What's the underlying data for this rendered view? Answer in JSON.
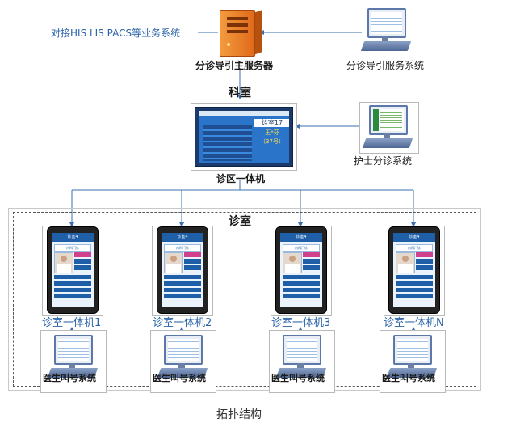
{
  "nodes": {
    "his_text": "对接HIS LIS PACS等业务系统",
    "triage_server": "分诊导引主服务器",
    "triage_service_system": "分诊导引服务系统",
    "department": "科室",
    "area_kiosk": "诊区一体机",
    "nurse_system": "护士分诊系统",
    "clinic_group": "诊室",
    "caption": "拓扑结构"
  },
  "wall_display": {
    "room": "诊室17",
    "patient": "王*芬",
    "number": "（37号）"
  },
  "kiosks": [
    {
      "label": "诊室一体机1"
    },
    {
      "label": "诊室一体机2"
    },
    {
      "label": "诊室一体机3"
    },
    {
      "label": "诊室一体机N"
    }
  ],
  "kiosk_screen": {
    "room": "诊室4",
    "dept": "内科门诊"
  },
  "doctor_systems": [
    {
      "label": "医生叫号系统"
    },
    {
      "label": "医生叫号系统"
    },
    {
      "label": "医生叫号系统"
    },
    {
      "label": "医生叫号系统"
    }
  ],
  "colors": {
    "line": "#3b6fb0",
    "label_blue": "#2a63a8",
    "server_orange": "#e8792a",
    "screen_blue": "#2a74c9"
  },
  "icons": {
    "server": "tower-server-icon",
    "computer": "desktop-computer-icon",
    "kiosk": "kiosk-terminal-icon",
    "display": "wall-display-icon"
  }
}
